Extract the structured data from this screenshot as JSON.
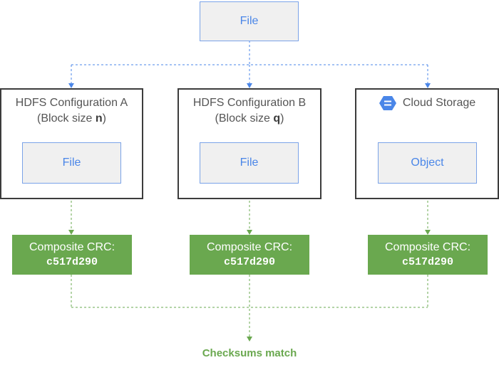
{
  "source": {
    "label": "File"
  },
  "configs": [
    {
      "title_line1": "HDFS Configuration A",
      "title_prefix": "(Block size ",
      "title_var": "n",
      "title_suffix": ")",
      "inner_label": "File",
      "crc_label": "Composite CRC:",
      "crc_value": "c517d290"
    },
    {
      "title_line1": "HDFS Configuration B",
      "title_prefix": "(Block size ",
      "title_var": "q",
      "title_suffix": ")",
      "inner_label": "File",
      "crc_label": "Composite CRC:",
      "crc_value": "c517d290"
    }
  ],
  "cloud": {
    "title": "Cloud Storage",
    "icon": "cloud-storage-icon",
    "inner_label": "Object",
    "crc_label": "Composite CRC:",
    "crc_value": "c517d290"
  },
  "result": {
    "label": "Checksums match"
  },
  "colors": {
    "blue": "#4a86e8",
    "green": "#6aa84f",
    "border": "#3c3c3c"
  }
}
